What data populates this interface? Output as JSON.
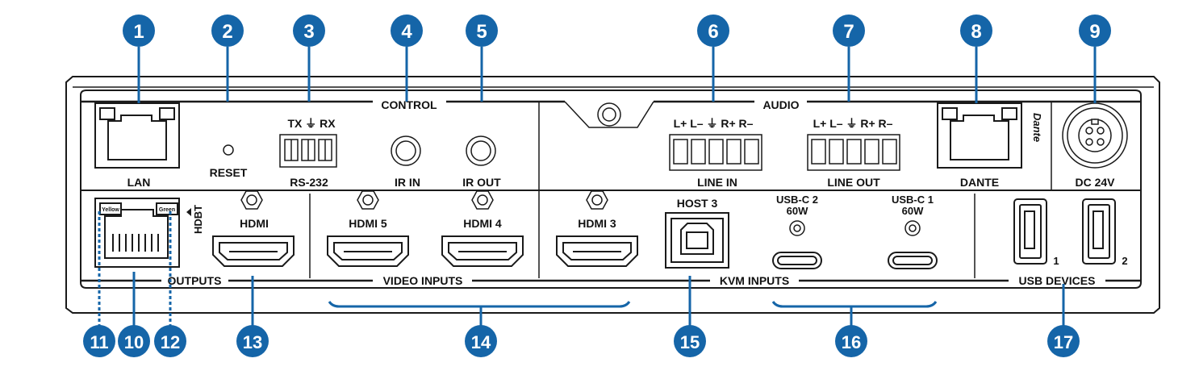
{
  "callouts": {
    "c1": "1",
    "c2": "2",
    "c3": "3",
    "c4": "4",
    "c5": "5",
    "c6": "6",
    "c7": "7",
    "c8": "8",
    "c9": "9",
    "c10": "10",
    "c11": "11",
    "c12": "12",
    "c13": "13",
    "c14": "14",
    "c15": "15",
    "c16": "16",
    "c17": "17"
  },
  "sections": {
    "control": "CONTROL",
    "audio": "AUDIO",
    "outputs": "OUTPUTS",
    "video_inputs": "VIDEO INPUTS",
    "kvm_inputs": "KVM INPUTS",
    "usb_devices": "USB DEVICES"
  },
  "ports": {
    "lan": "LAN",
    "reset": "RESET",
    "rs232": "RS-232",
    "rs232_pins": "TX ⏚ RX",
    "ir_in": "IR IN",
    "ir_out": "IR OUT",
    "line_in": "LINE IN",
    "line_in_pins": "L+ L– ⏚ R+ R–",
    "line_out": "LINE OUT",
    "line_out_pins": "L+ L– ⏚ R+ R–",
    "dante": "DANTE",
    "dante_logo": "Dante",
    "dc": "DC 24V",
    "hdbt": "HDBT",
    "hdbt_yellow": "Yellow",
    "hdbt_green": "Green",
    "hdmi_out": "HDMI",
    "hdmi5": "HDMI 5",
    "hdmi4": "HDMI 4",
    "hdmi3": "HDMI 3",
    "host3": "HOST 3",
    "usbc2": "USB-C 2",
    "usbc2_power": "60W",
    "usbc1": "USB-C 1",
    "usbc1_power": "60W",
    "usb1": "1",
    "usb2": "2"
  },
  "colors": {
    "callout_blue": "#1565a8",
    "outline": "#1a1a1a"
  }
}
